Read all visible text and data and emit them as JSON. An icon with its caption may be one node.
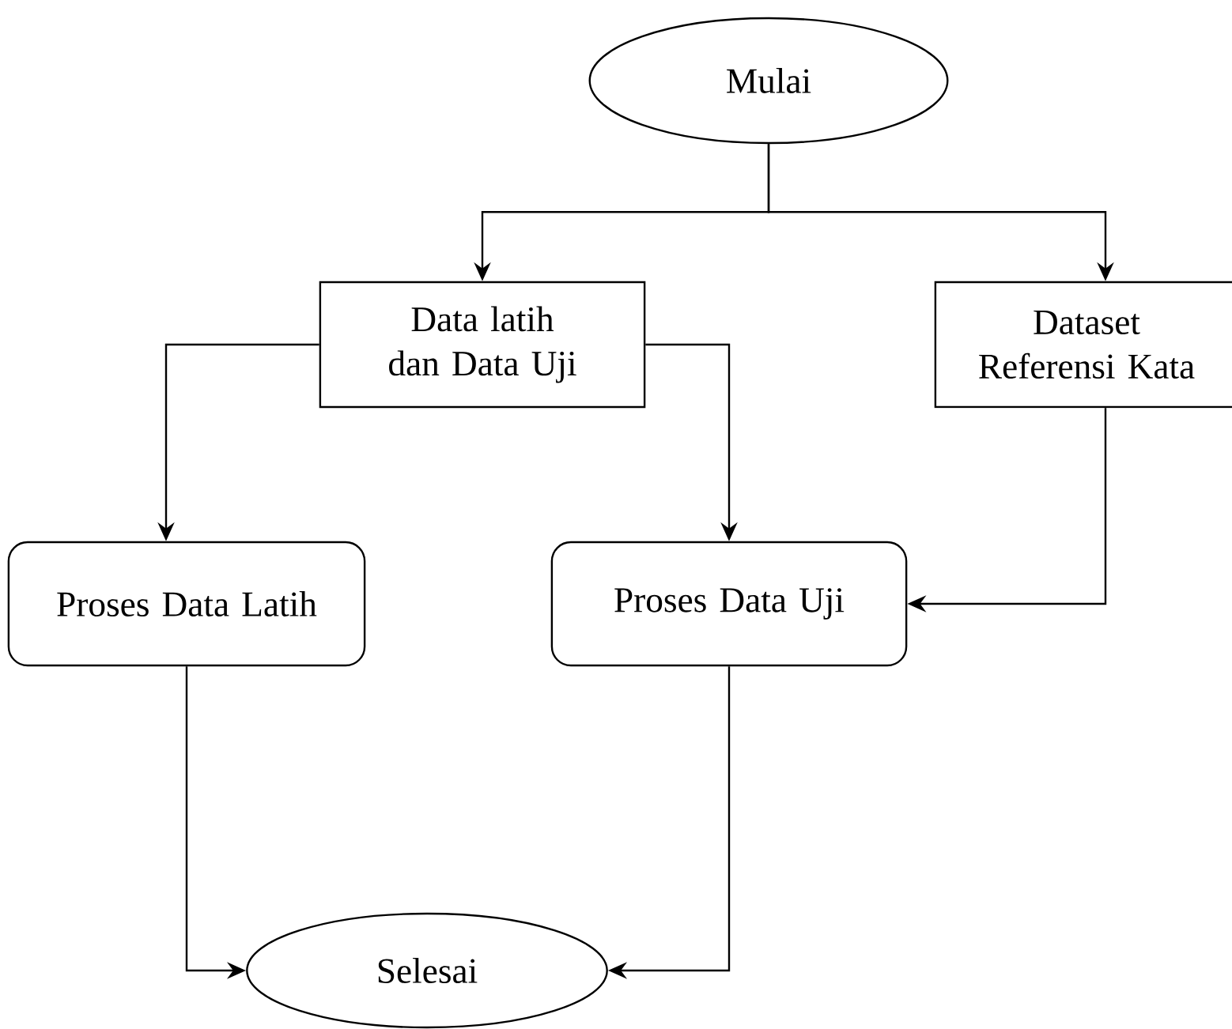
{
  "diagram": {
    "nodes": [
      {
        "text": [
          "Mulai"
        ]
      },
      {
        "text": [
          "Data latih dan Data Uji"
        ]
      },
      {
        "text": [
          "Dataset Referensi Kata"
        ]
      },
      {
        "text": [
          "Proses Data Latih"
        ]
      },
      {
        "text": [
          "Proses Data Uji"
        ]
      },
      {
        "text": [
          "Selesai"
        ]
      }
    ],
    "edges": [
      {
        "from": 0,
        "to": 1,
        "arrow": "to"
      },
      {
        "from": 0,
        "to": 2,
        "arrow": "to"
      },
      {
        "from": 1,
        "to": 3,
        "arrow": "to"
      },
      {
        "from": 1,
        "to": 4,
        "arrow": "to"
      },
      {
        "from": 2,
        "to": 4,
        "arrow": "to"
      },
      {
        "from": 3,
        "to": 5,
        "arrow": "to"
      },
      {
        "from": 4,
        "to": 5,
        "arrow": "to"
      }
    ]
  }
}
